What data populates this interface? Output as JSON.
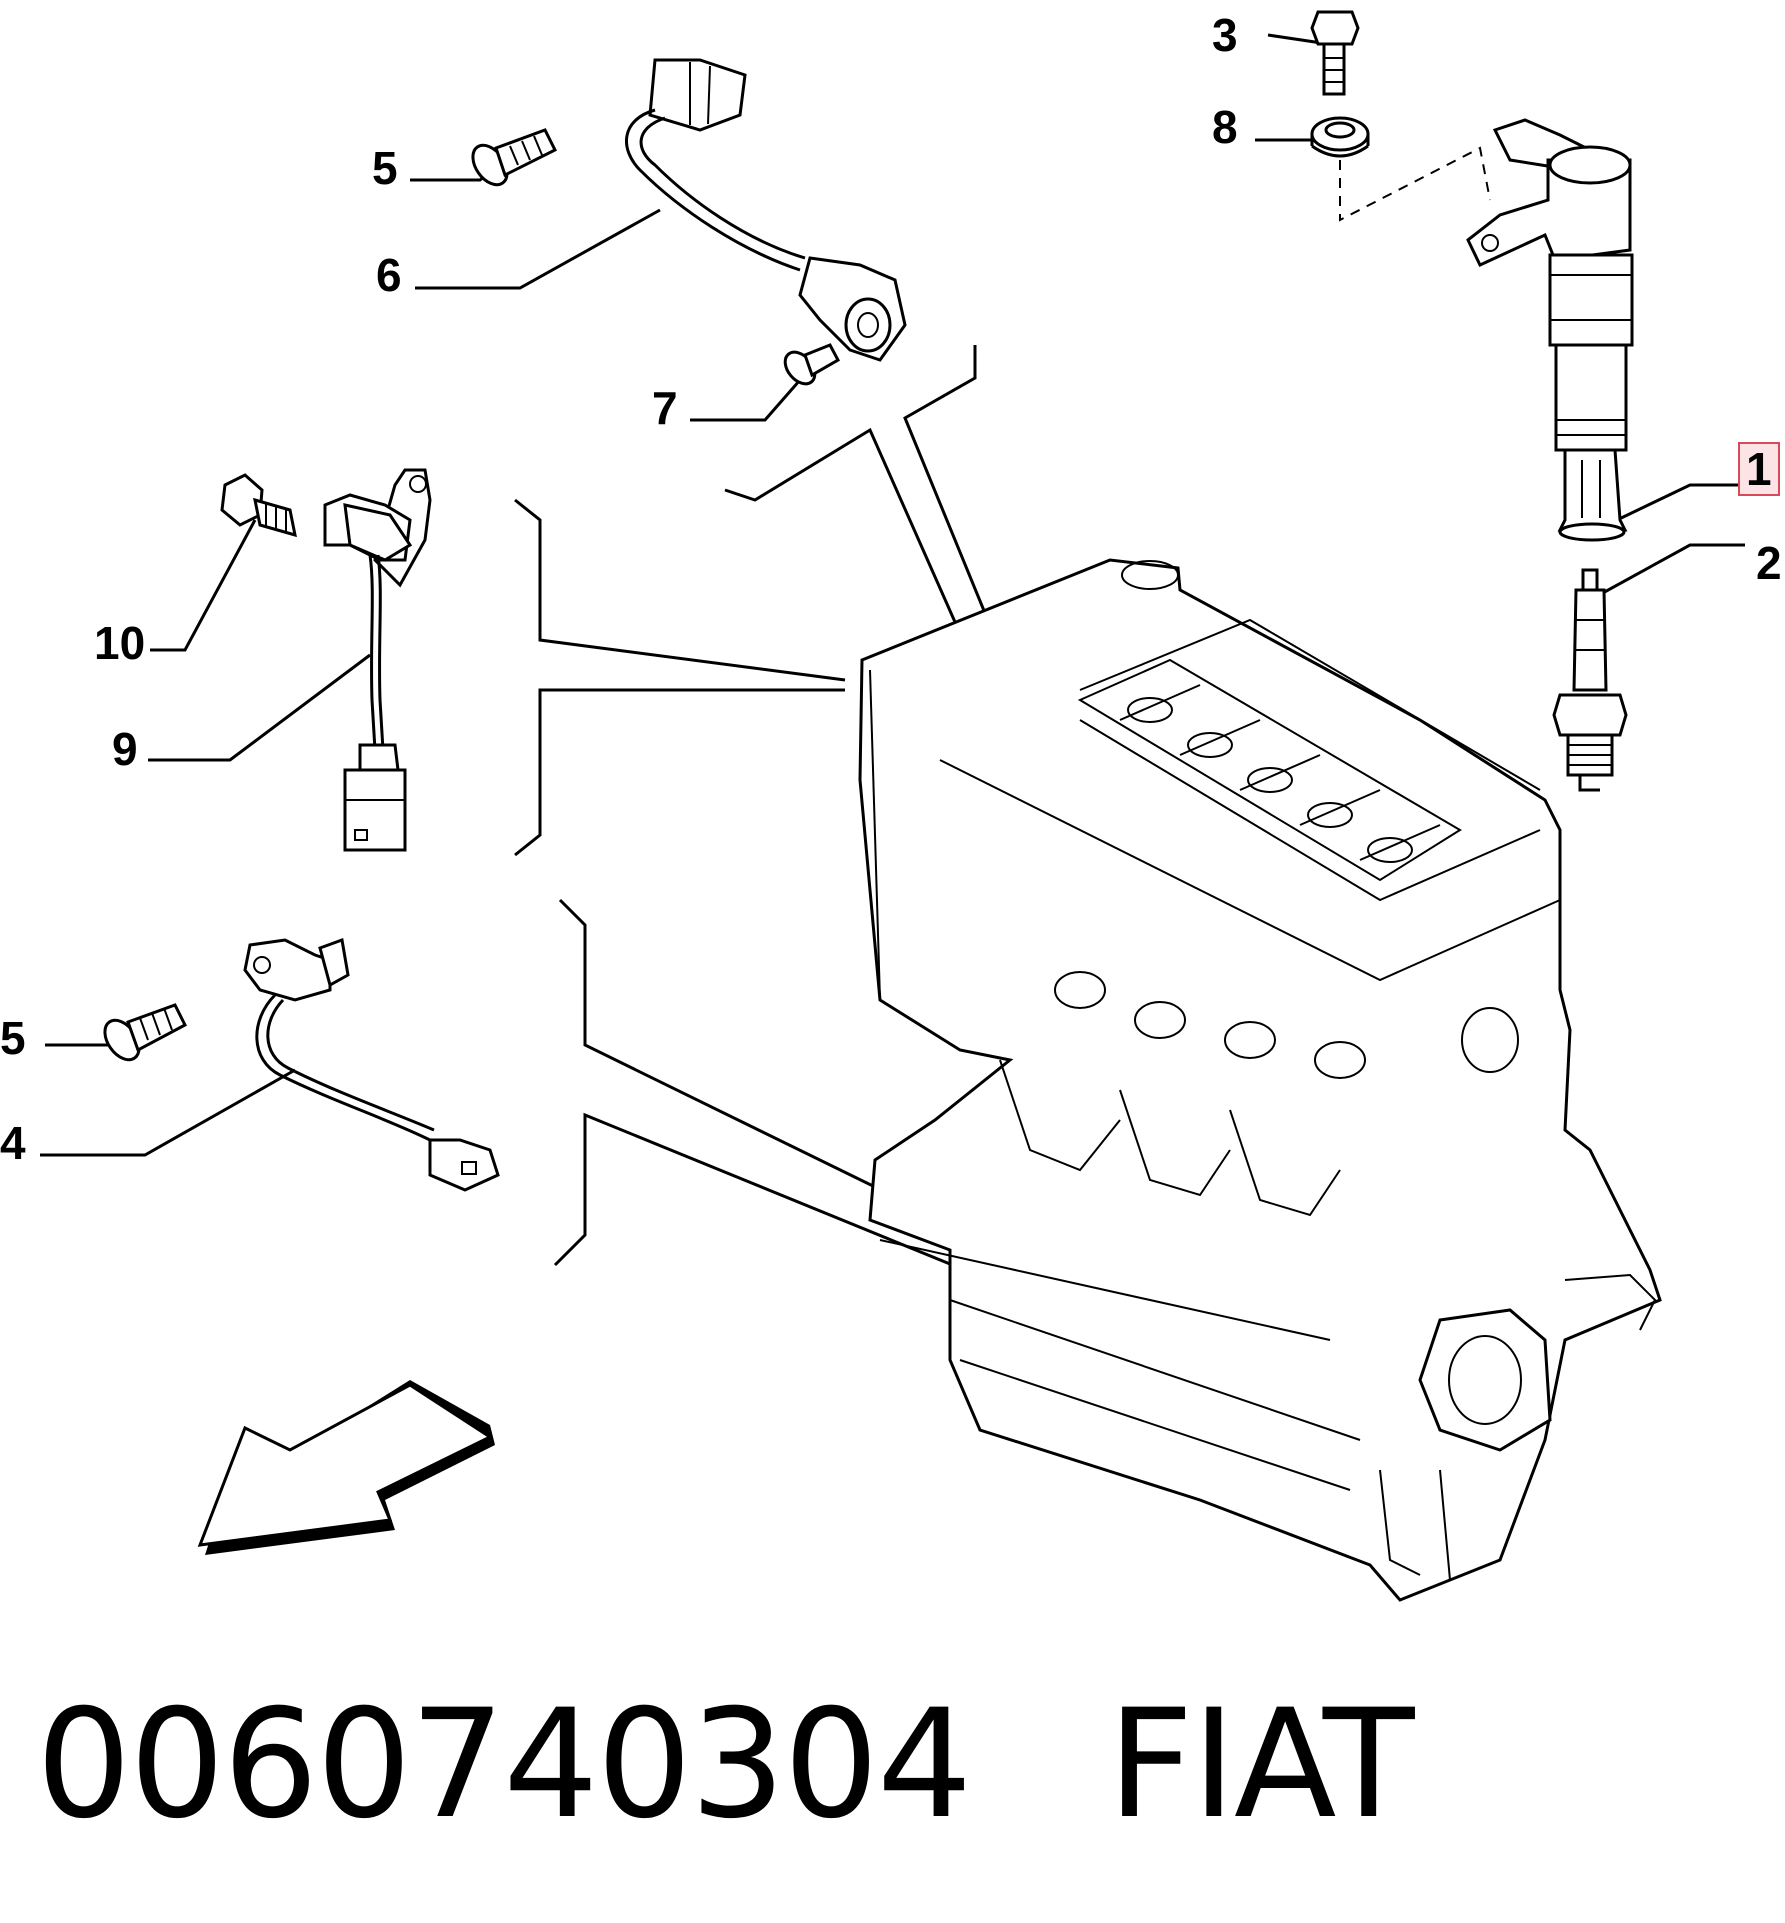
{
  "callouts": {
    "c1": "1",
    "c2": "2",
    "c3": "3",
    "c4": "4",
    "c5a": "5",
    "c5b": "5",
    "c6": "6",
    "c7": "7",
    "c8": "8",
    "c9": "9",
    "c10": "10"
  },
  "caption": {
    "part_number": "0060740304",
    "brand": "FIAT"
  },
  "colors": {
    "highlight_border": "#d64a5a",
    "highlight_fill": "#fbe3e6"
  }
}
